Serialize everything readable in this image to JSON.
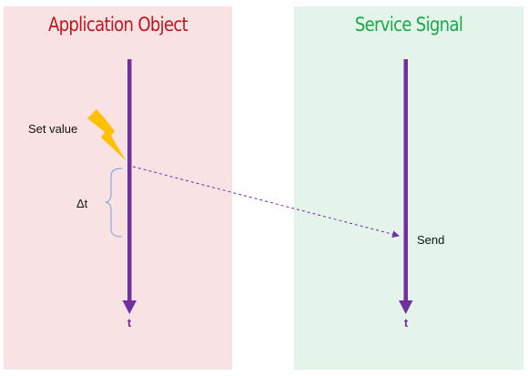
{
  "lanes": {
    "left": {
      "title": "Application Object",
      "time_label": "t"
    },
    "right": {
      "title": "Service Signal",
      "time_label": "t"
    }
  },
  "labels": {
    "set_value": "Set value",
    "delta_t": "Δt",
    "send": "Send"
  },
  "colors": {
    "left_panel": "#f9e2e4",
    "right_panel": "#e5f4ea",
    "left_title": "#c0141f",
    "right_title": "#19a84a",
    "timeline": "#7030a0",
    "lightning": "#ffc000",
    "bracket": "#8faadc",
    "dashed_arrow": "#7030a0"
  },
  "icons": {
    "event": "lightning-bolt-icon"
  }
}
